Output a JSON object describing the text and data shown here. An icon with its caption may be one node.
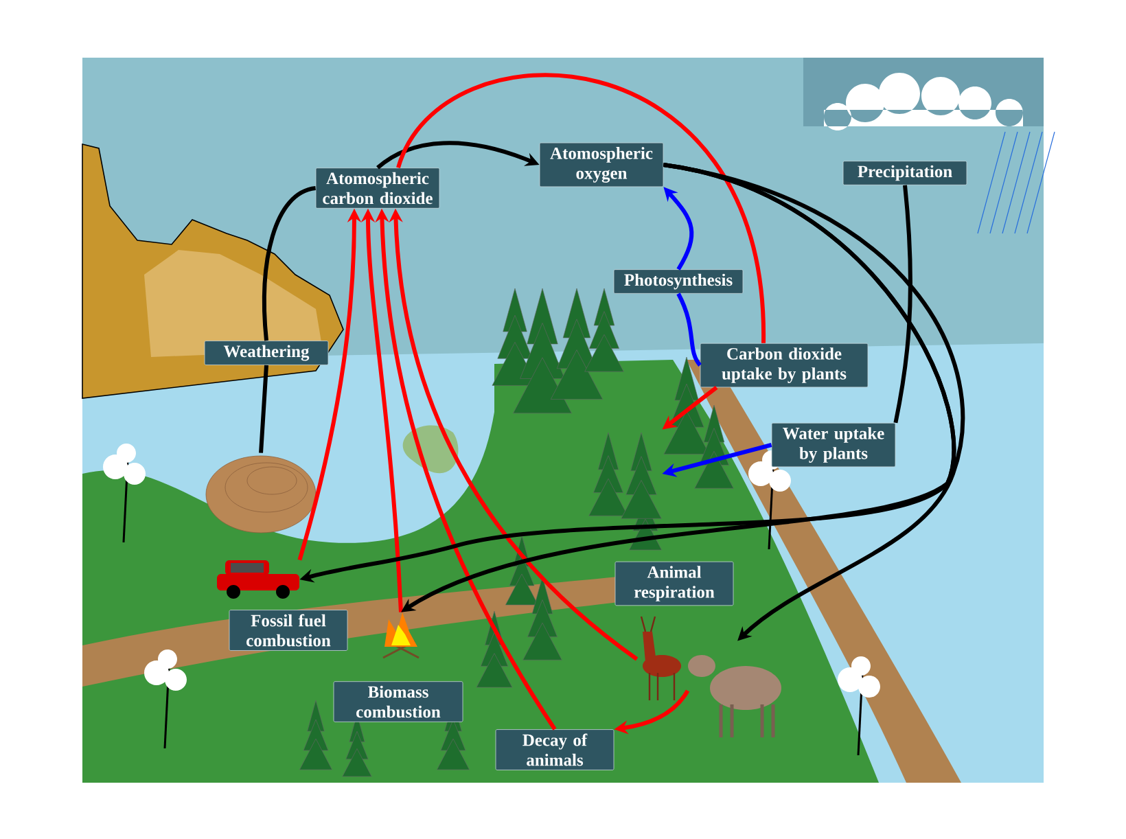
{
  "diagram": {
    "nodes": [
      {
        "text": [
          "Atomospheric carbon dioxide"
        ]
      },
      {
        "text": [
          "Atomospheric oxygen"
        ]
      },
      {
        "text": [
          "Precipitation"
        ]
      },
      {
        "text": [
          "Photosynthesis"
        ]
      },
      {
        "text": [
          "Carbon dioxide uptake by plants"
        ]
      },
      {
        "text": [
          "Weathering"
        ]
      },
      {
        "text": [
          "Water uptake by plants"
        ]
      },
      {
        "text": [
          "Animal respiration"
        ]
      },
      {
        "text": [
          "Fossil fuel combustion"
        ]
      },
      {
        "text": [
          "Biomass combustion"
        ]
      },
      {
        "text": [
          "Decay of animals"
        ]
      },
      {
        "text": [],
        "shape": "picture"
      },
      {
        "text": [],
        "shape": "picture"
      },
      {
        "text": [],
        "shape": "picture"
      },
      {
        "text": [],
        "shape": "picture"
      },
      {
        "text": [],
        "shape": "picture"
      },
      {
        "text": [],
        "shape": "picture"
      }
    ],
    "edges": [
      {
        "from": 0,
        "to": 1,
        "arrow": "to"
      },
      {
        "from": 0,
        "to": 4,
        "arrow": "none",
        "color": "#ff0000"
      },
      {
        "from": 4,
        "to": 11,
        "arrow": "to",
        "color": "#ff0000"
      },
      {
        "from": 4,
        "to": 3,
        "arrow": "none",
        "color": "#0000ff"
      },
      {
        "from": 3,
        "to": 1,
        "arrow": "to",
        "color": "#0000ff"
      },
      {
        "from": 6,
        "to": 11,
        "arrow": "to",
        "color": "#0000ff"
      },
      {
        "from": 2,
        "to": 6,
        "arrow": "none"
      },
      {
        "from": 16,
        "to": 5,
        "arrow": "none"
      },
      {
        "from": 5,
        "to": 0,
        "arrow": "none"
      },
      {
        "from": 12,
        "to": 0,
        "arrow": "to",
        "color": "#ff0000"
      },
      {
        "from": 13,
        "to": 0,
        "arrow": "to",
        "color": "#ff0000"
      },
      {
        "from": 10,
        "to": 0,
        "arrow": "to",
        "color": "#ff0000"
      },
      {
        "from": 14,
        "to": 0,
        "arrow": "to",
        "color": "#ff0000"
      },
      {
        "from": 15,
        "to": 10,
        "arrow": "to",
        "color": "#ff0000"
      },
      {
        "from": 1,
        "to": 12,
        "arrow": "to"
      },
      {
        "from": 1,
        "to": 13,
        "arrow": "to"
      },
      {
        "from": 1,
        "to": 15,
        "arrow": "to"
      }
    ]
  }
}
